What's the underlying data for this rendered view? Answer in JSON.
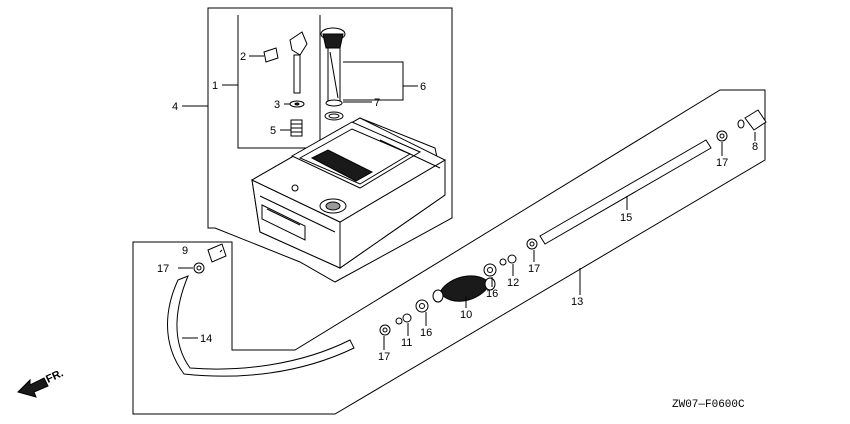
{
  "diagram": {
    "drawing_code": "ZW07—F0600C",
    "direction_marker": "FR.",
    "callouts": [
      {
        "id": "c1",
        "label": "1"
      },
      {
        "id": "c2",
        "label": "2"
      },
      {
        "id": "c3",
        "label": "3"
      },
      {
        "id": "c4",
        "label": "4"
      },
      {
        "id": "c5",
        "label": "5"
      },
      {
        "id": "c6",
        "label": "6"
      },
      {
        "id": "c7",
        "label": "7"
      },
      {
        "id": "c8",
        "label": "8"
      },
      {
        "id": "c9",
        "label": "9"
      },
      {
        "id": "c10",
        "label": "10"
      },
      {
        "id": "c11",
        "label": "11"
      },
      {
        "id": "c12",
        "label": "12"
      },
      {
        "id": "c13",
        "label": "13"
      },
      {
        "id": "c14",
        "label": "14"
      },
      {
        "id": "c15",
        "label": "15"
      },
      {
        "id": "c16a",
        "label": "16"
      },
      {
        "id": "c16b",
        "label": "16"
      },
      {
        "id": "c17a",
        "label": "17"
      },
      {
        "id": "c17b",
        "label": "17"
      },
      {
        "id": "c17c",
        "label": "17"
      },
      {
        "id": "c17d",
        "label": "17"
      }
    ]
  }
}
